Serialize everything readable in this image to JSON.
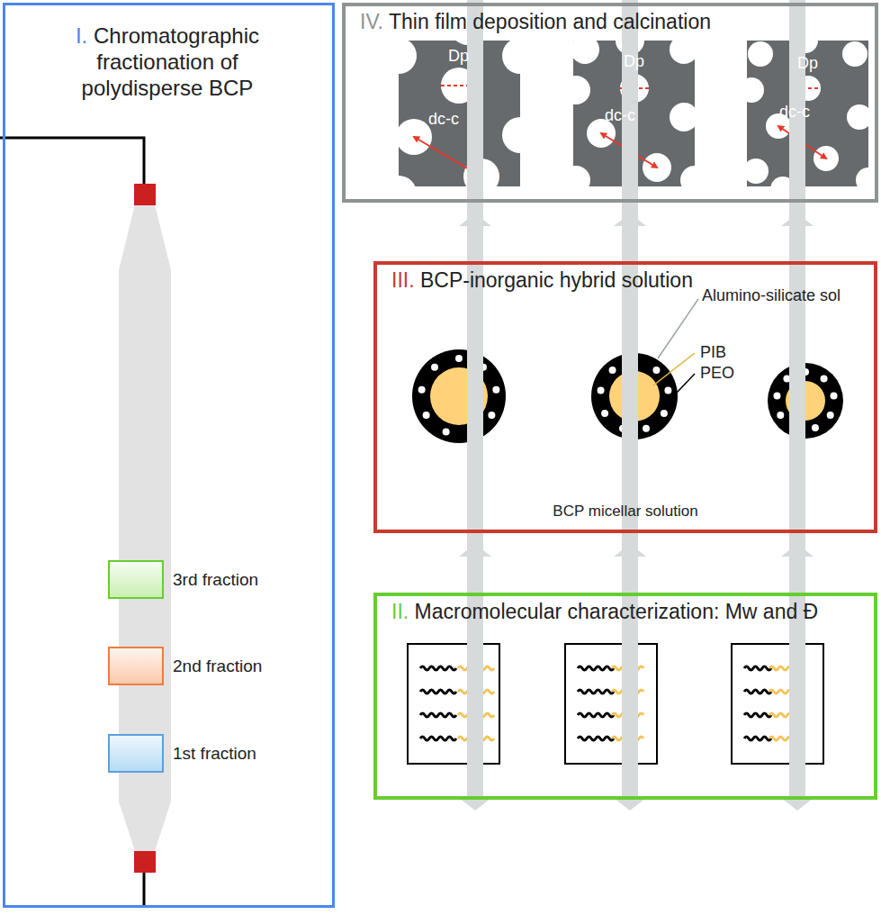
{
  "diagram": {
    "nodes": [
      {
        "text": [
          "I.",
          "Chromatographic fractionation of polydisperse BCP"
        ]
      },
      {
        "text": [
          "3rd fraction"
        ],
        "in": 0
      },
      {
        "text": [
          "2nd fraction"
        ],
        "in": 0
      },
      {
        "text": [
          "1st fraction"
        ],
        "in": 0
      },
      {
        "text": [
          "II.",
          "Macromolecular characterization: Mw and Đ"
        ]
      },
      {
        "text": [
          "III.",
          "BCP-inorganic hybrid solution",
          "BCP micellar solution"
        ]
      },
      {
        "text": [
          "IV.",
          "Thin film deposition and calcination"
        ]
      }
    ],
    "edges": [
      {
        "from": 0,
        "to": 4,
        "label": "1st fraction",
        "arrow": "to"
      },
      {
        "from": 0,
        "to": 4,
        "label": "2nd fraction",
        "arrow": "to"
      },
      {
        "from": 0,
        "to": 4,
        "label": "3rd fraction",
        "arrow": "to"
      },
      {
        "from": 4,
        "to": 5,
        "arrow": "to"
      },
      {
        "from": 4,
        "to": 5,
        "arrow": "to"
      },
      {
        "from": 4,
        "to": 5,
        "arrow": "to"
      },
      {
        "from": 5,
        "to": 6,
        "arrow": "to"
      },
      {
        "from": 5,
        "to": 6,
        "arrow": "to"
      },
      {
        "from": 5,
        "to": 6,
        "arrow": "to"
      }
    ],
    "labels": [
      "Alumino-silicate sol",
      "PIB",
      "PEO",
      "Dp",
      "dc-c",
      "Dp",
      "dc-c",
      "Dp",
      "dc-c"
    ]
  }
}
